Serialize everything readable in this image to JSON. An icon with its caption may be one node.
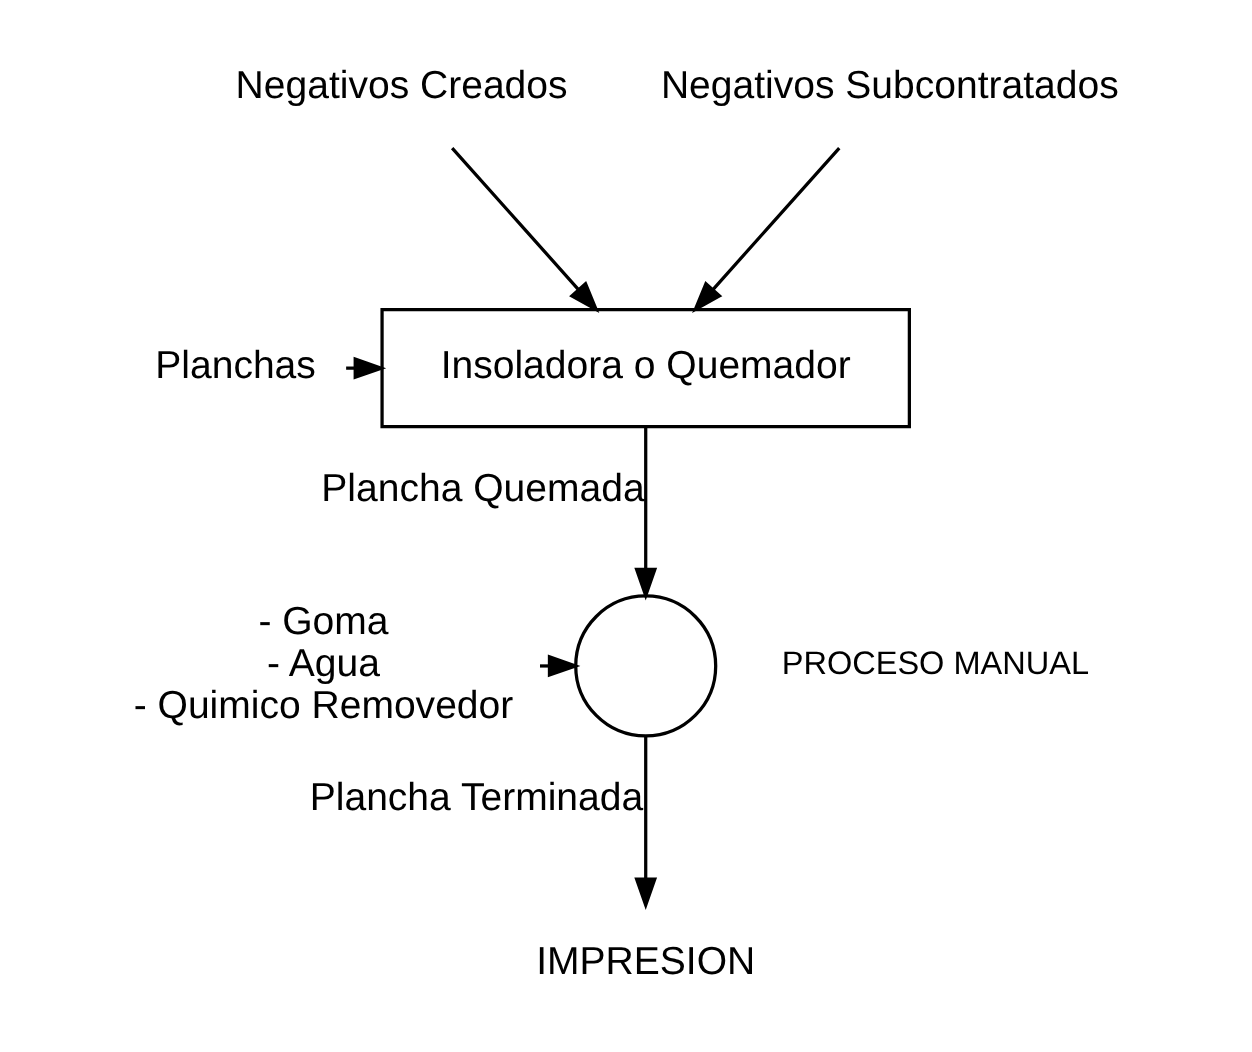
{
  "diagram": {
    "nodes": [
      {
        "text": [
          "Negativos Creados"
        ]
      },
      {
        "text": [
          "Negativos Subcontratados"
        ]
      },
      {
        "text": [
          "Planchas"
        ]
      },
      {
        "text": [
          "Insoladora o Quemador"
        ]
      },
      {
        "text": [],
        "shape": "circle",
        "beside": [
          "PROCESO MANUAL"
        ]
      },
      {
        "text": [
          "- Goma",
          "- Agua",
          "- Quimico Removedor"
        ]
      },
      {
        "text": [
          "IMPRESION"
        ]
      }
    ],
    "edges": [
      {
        "from": 0,
        "to": 3,
        "arrow": "to"
      },
      {
        "from": 1,
        "to": 3,
        "arrow": "to"
      },
      {
        "from": 2,
        "to": 3,
        "arrow": "to"
      },
      {
        "from": 3,
        "to": 4,
        "arrow": "to",
        "label": "Plancha Quemada"
      },
      {
        "from": 5,
        "to": 4,
        "arrow": "to"
      },
      {
        "from": 4,
        "to": 6,
        "arrow": "to",
        "label": "Plancha Terminada"
      }
    ]
  }
}
